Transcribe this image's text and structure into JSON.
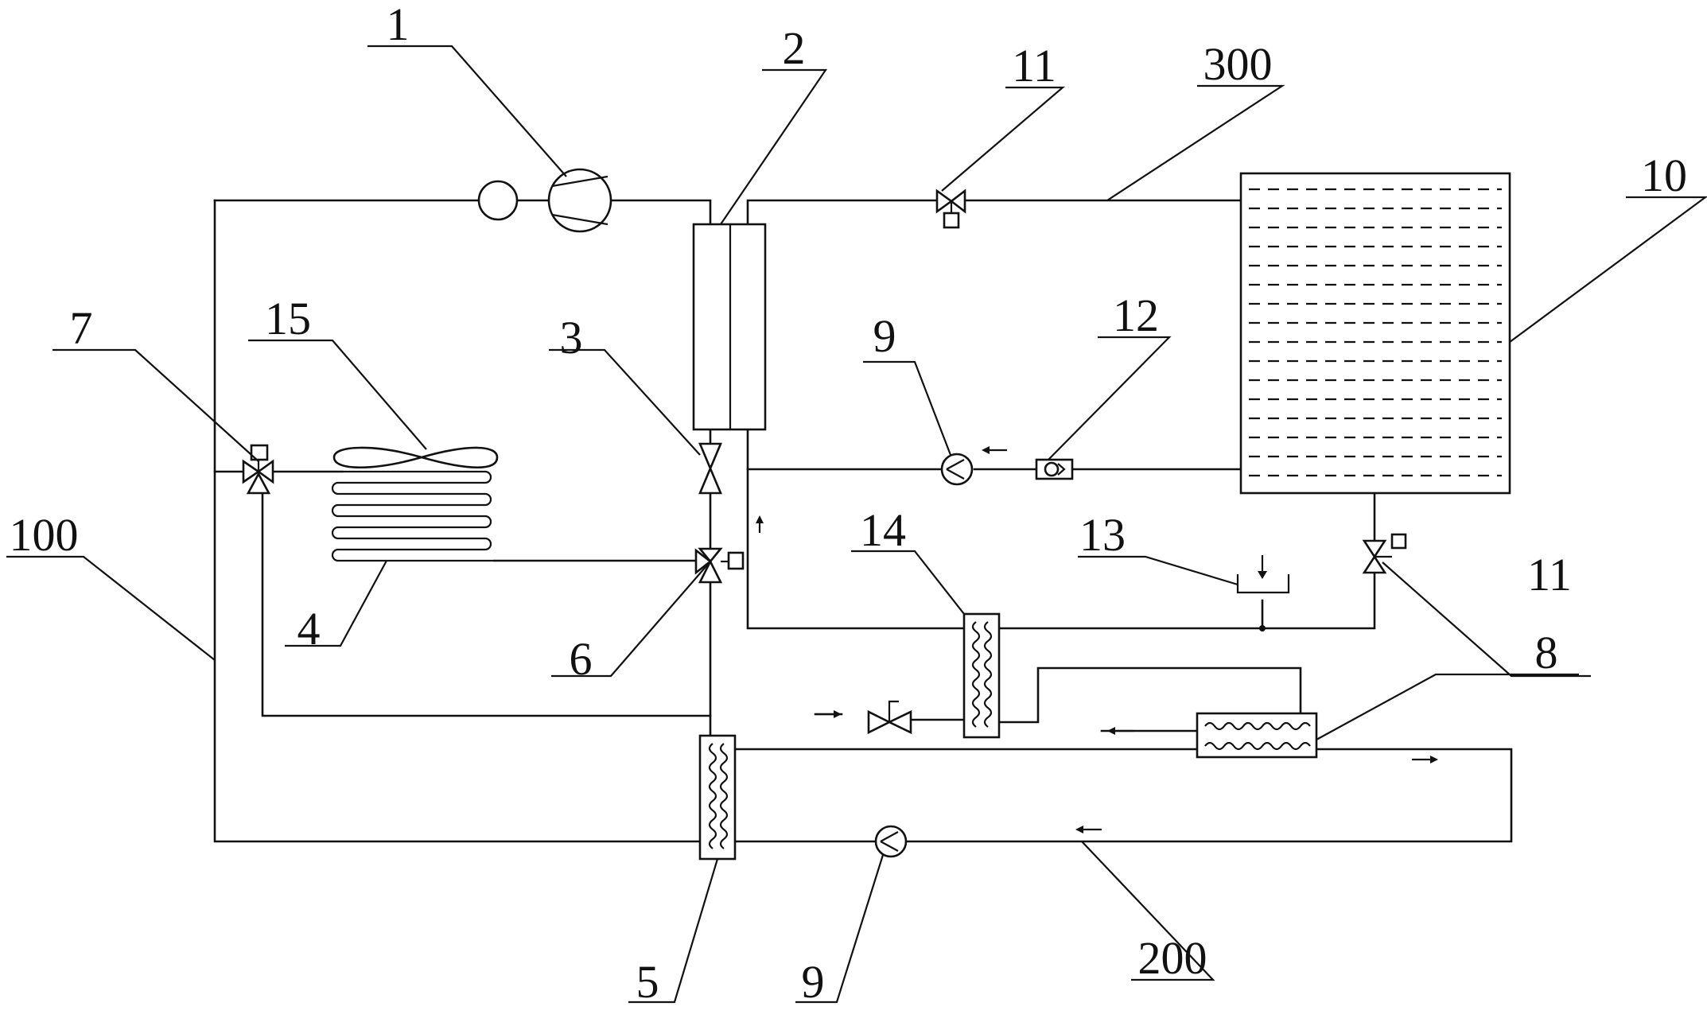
{
  "labels": {
    "compressor": "1",
    "plate_heat_exchanger": "2",
    "valve_3": "3",
    "outdoor_coil": "4",
    "heat_exchanger_5": "5",
    "three_way_valve_6": "6",
    "three_way_valve_7": "7",
    "heat_exchanger_8": "8",
    "pump_upper": "9",
    "pump_lower": "9",
    "water_tank": "10",
    "solenoid_valve_upper": "11",
    "solenoid_valve_lower": "11",
    "filter": "12",
    "water_inlet": "13",
    "heat_exchanger_14": "14",
    "fan": "15",
    "loop_100": "100",
    "loop_200": "200",
    "loop_300": "300"
  }
}
